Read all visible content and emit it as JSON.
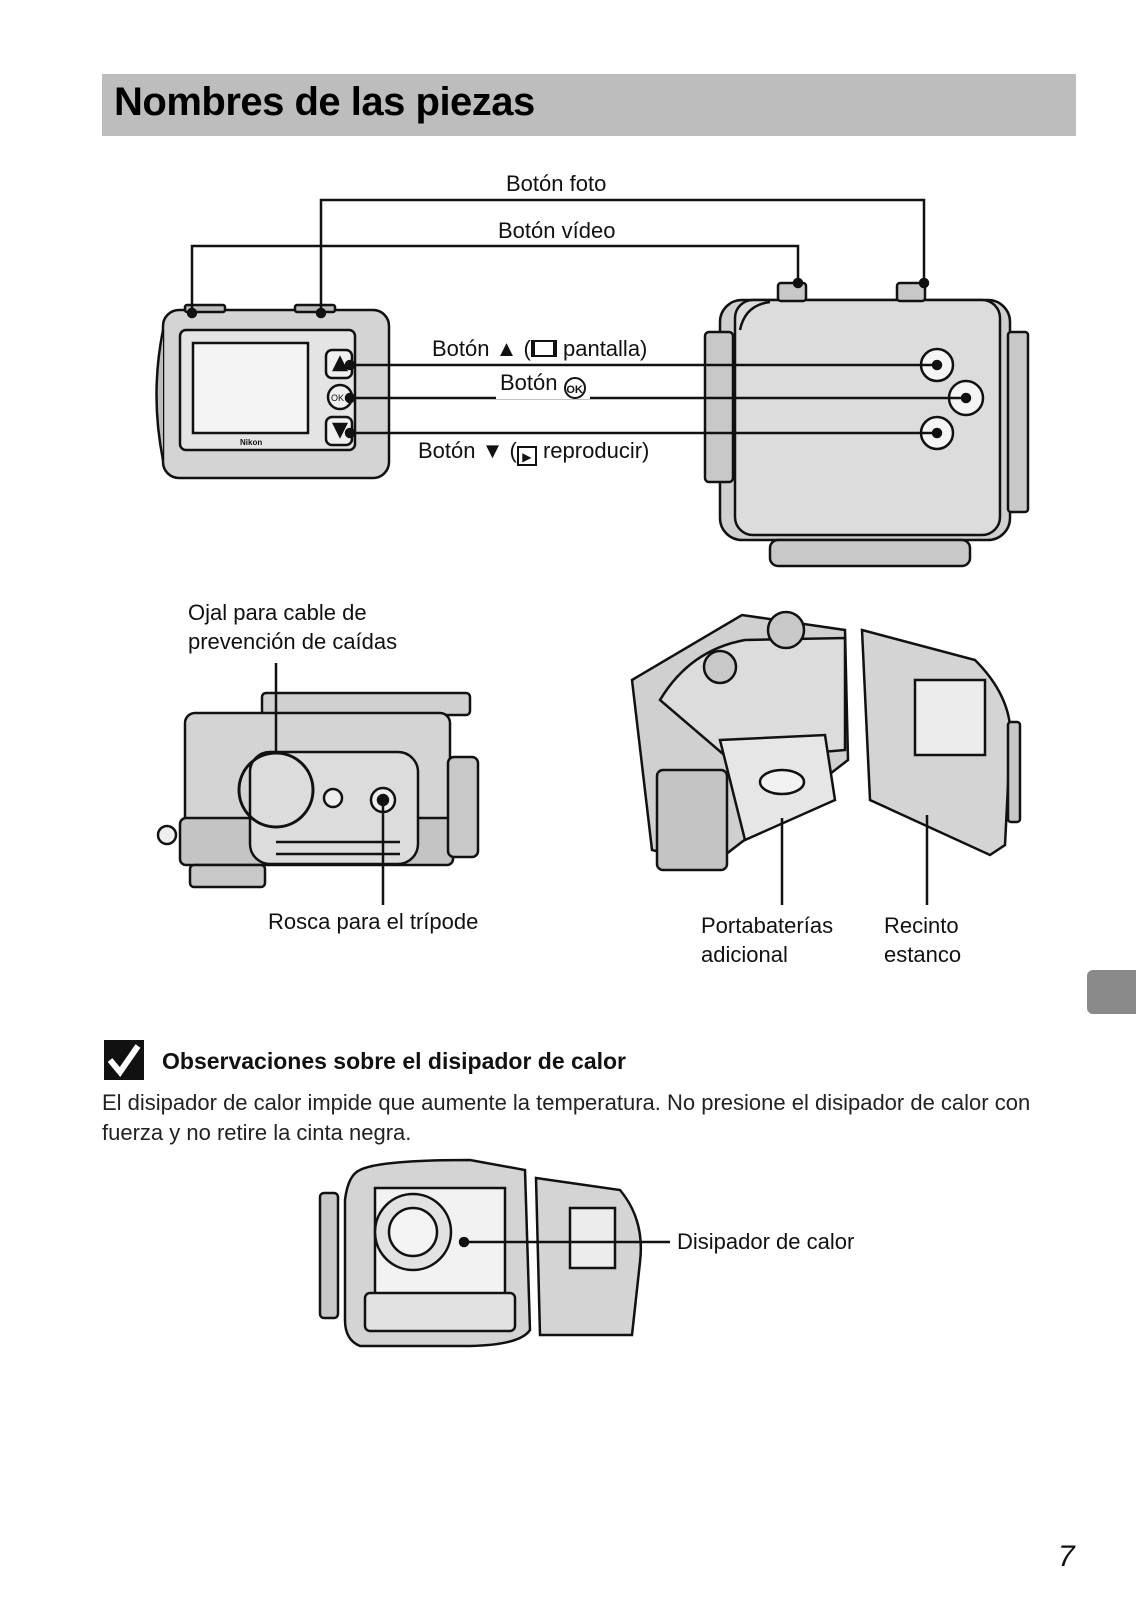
{
  "page": {
    "title": "Nombres de las piezas",
    "page_number": "7"
  },
  "labels": {
    "photo_button": "Botón foto",
    "video_button": "Botón vídeo",
    "up_button_prefix": "Botón",
    "up_button_suffix": "pantalla)",
    "ok_button": "Botón",
    "down_button_prefix": "Botón",
    "down_button_suffix": "reproducir)",
    "eyelet_line1": "Ojal para cable de",
    "eyelet_line2": "prevención de caídas",
    "tripod": "Rosca para el trípode",
    "battery_line1": "Portabaterías",
    "battery_line2": "adicional",
    "enclosure_line1": "Recinto",
    "enclosure_line2": "estanco",
    "heatsink": "Disipador de calor"
  },
  "note": {
    "title": "Observaciones sobre el disipador de calor",
    "body": "El disipador de calor impide que aumente la temperatura. No presione el disipador de calor con fuerza y no retire la cinta negra."
  },
  "icons": [
    "up-triangle-icon",
    "monitor-icon",
    "ok-icon",
    "down-triangle-icon",
    "play-icon",
    "checkmark-note-icon"
  ],
  "colors": {
    "title_bar": "#bdbdbd",
    "side_tab": "#8a8a8a",
    "device_fill": "#d0d0d0"
  }
}
